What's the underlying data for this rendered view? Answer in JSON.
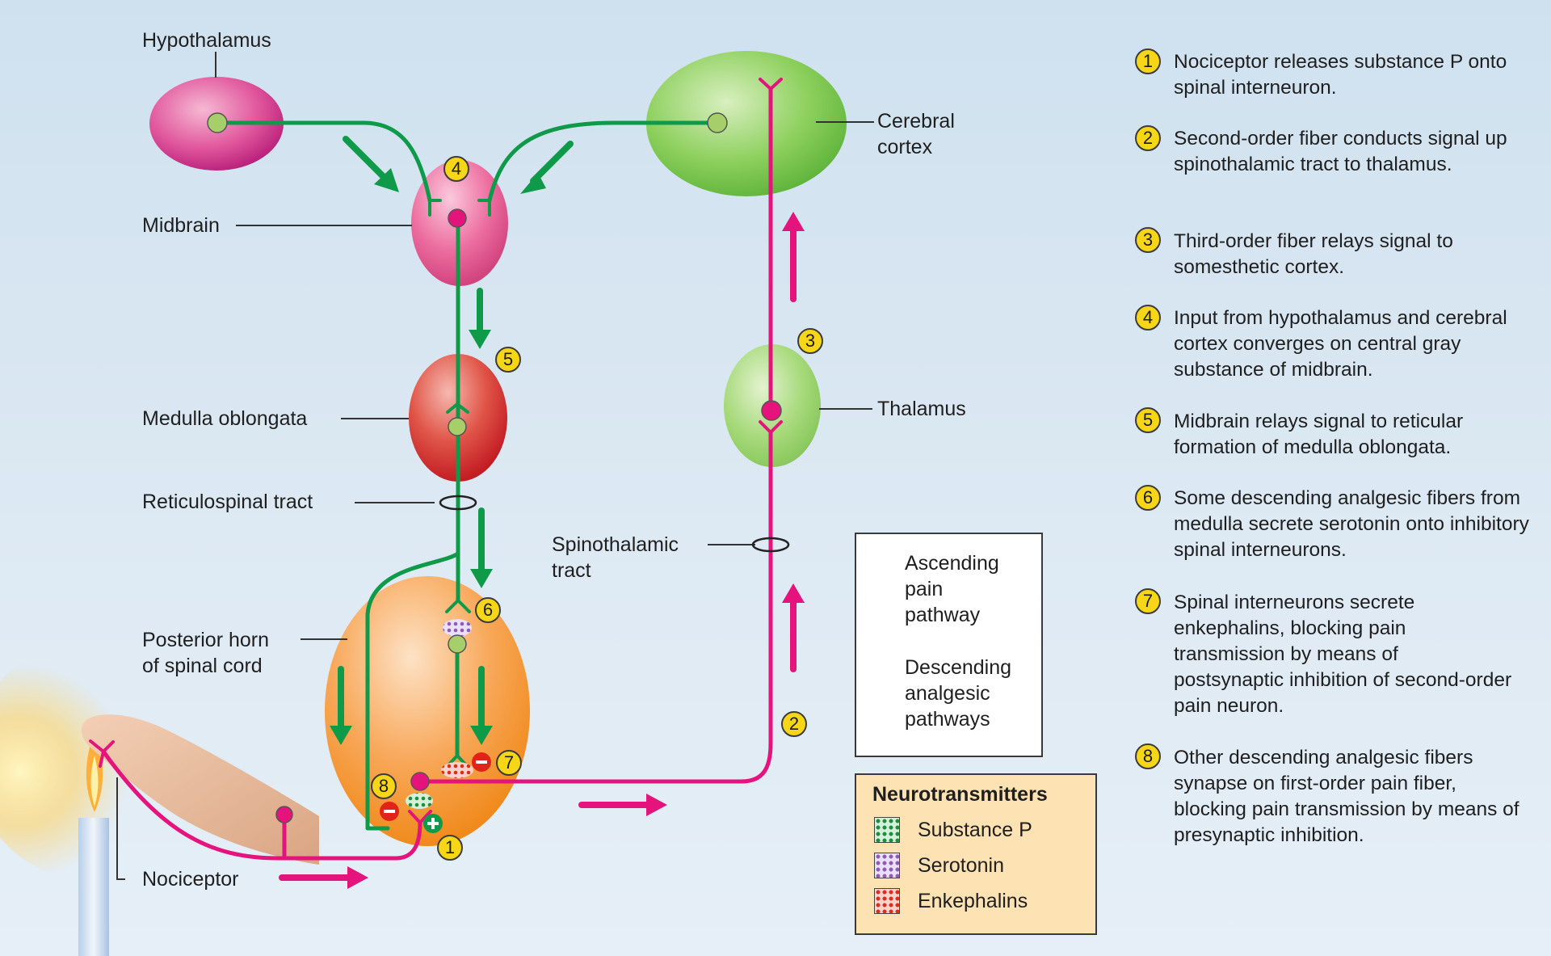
{
  "labels": {
    "hypothalamus": "Hypothalamus",
    "cerebral_cortex": "Cerebral\ncortex",
    "midbrain": "Midbrain",
    "medulla": "Medulla oblongata",
    "reticulospinal": "Reticulospinal tract",
    "thalamus": "Thalamus",
    "spinothalamic": "Spinothalamic\ntract",
    "posterior_horn": "Posterior horn\nof spinal cord",
    "nociceptor": "Nociceptor"
  },
  "badges": [
    "1",
    "2",
    "3",
    "4",
    "5",
    "6",
    "7",
    "8"
  ],
  "steps": [
    {
      "num": "1",
      "text": "Nociceptor releases substance P onto spinal interneuron."
    },
    {
      "num": "2",
      "text": "Second-order fiber conducts signal up spinothalamic tract to thalamus."
    },
    {
      "num": "3",
      "text": "Third-order fiber relays signal to somesthetic cortex."
    },
    {
      "num": "4",
      "text": "Input from hypothalamus and cerebral cortex converges on central gray substance of midbrain."
    },
    {
      "num": "5",
      "text": "Midbrain relays signal to reticular formation of medulla oblongata."
    },
    {
      "num": "6",
      "text": "Some descending analgesic fibers from medulla secrete serotonin onto inhibitory spinal interneurons."
    },
    {
      "num": "7",
      "text": "Spinal interneurons secrete enkephalins, blocking pain transmission by means of postsynaptic inhibition of second-order pain neuron."
    },
    {
      "num": "8",
      "text": "Other descending analgesic fibers synapse on first-order pain fiber, blocking pain transmission by means of presynaptic inhibition."
    }
  ],
  "legend": {
    "ascending": "Ascending\npain\npathway",
    "descending": "Descending\nanalgesic\npathways"
  },
  "neurotransmitters": {
    "title": "Neurotransmitters",
    "items": [
      {
        "name": "Substance P",
        "color": "#2c9a4a"
      },
      {
        "name": "Serotonin",
        "color": "#9a6fc0"
      },
      {
        "name": "Enkephalins",
        "color": "#e2331f"
      }
    ]
  },
  "colors": {
    "ascending": "#e4147c",
    "descending": "#0f9a4a",
    "badge": "#f6d616"
  }
}
